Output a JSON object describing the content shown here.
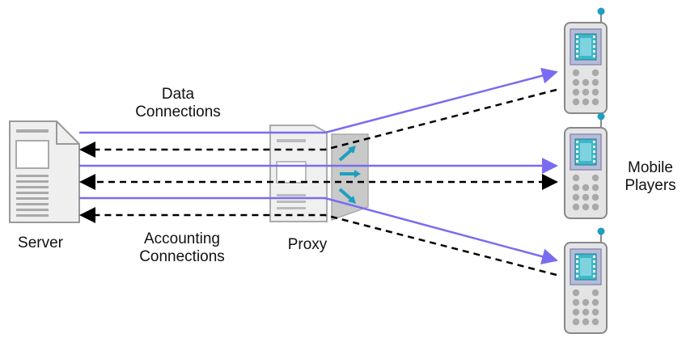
{
  "labels": {
    "data_connections": [
      "Data",
      "Connections"
    ],
    "accounting_connections": [
      "Accounting",
      "Connections"
    ],
    "server": "Server",
    "proxy": "Proxy",
    "mobile_players": [
      "Mobile",
      "Players"
    ]
  },
  "colors": {
    "data_line": "#7a6cf0",
    "accounting_line": "#000000",
    "device_fill": "#e4e4e4",
    "device_stroke": "#888888",
    "screen_fill": "#9ea3c8",
    "film_fill": "#3cb7c9",
    "antenna_tip": "#1d9fbf",
    "proxy_arrow": "#1d9fbf"
  },
  "icons": [
    "server-icon",
    "proxy-icon",
    "mobile-phone-icon",
    "antenna-icon",
    "arrow-icon"
  ]
}
